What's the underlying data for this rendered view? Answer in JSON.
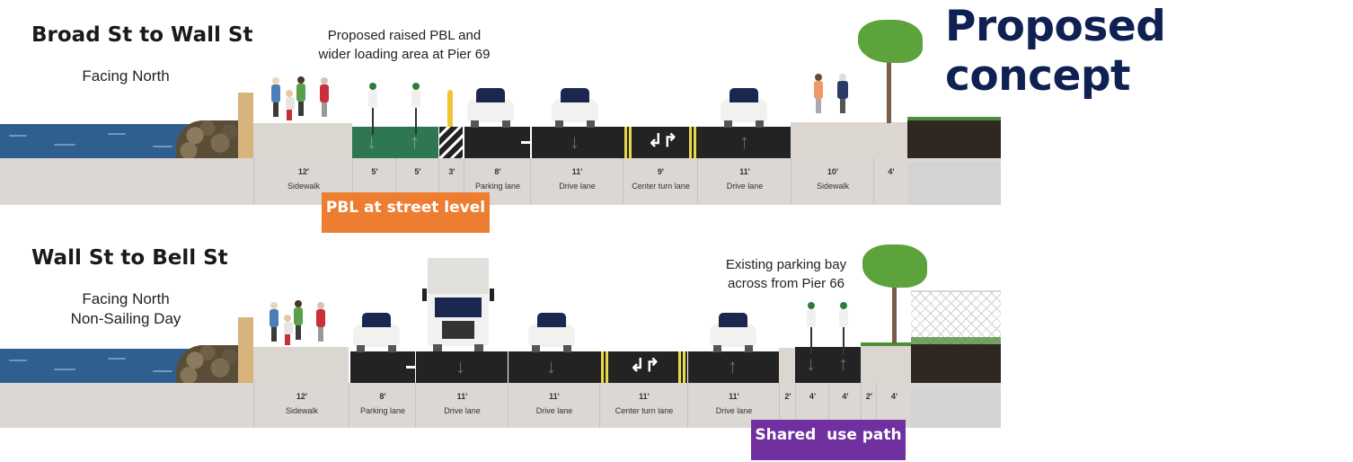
{
  "header": {
    "concept_title": "Proposed concept"
  },
  "sections": [
    {
      "title": "Broad St to Wall St",
      "subtitle_lines": [
        "Facing North"
      ],
      "note_lines": [
        "Proposed raised PBL and",
        "wider loading area at Pier 69"
      ],
      "callout": {
        "label": "PBL at street level",
        "color": "#ed7d31"
      },
      "segments": [
        {
          "width": "12'",
          "name": "Sidewalk"
        },
        {
          "width": "5'",
          "name": ""
        },
        {
          "width": "5'",
          "name": ""
        },
        {
          "width": "3'",
          "name": ""
        },
        {
          "width": "8'",
          "name": "Parking lane"
        },
        {
          "width": "11'",
          "name": "Drive lane"
        },
        {
          "width": "9'",
          "name": "Center turn lane"
        },
        {
          "width": "11'",
          "name": "Drive lane"
        },
        {
          "width": "10'",
          "name": "Sidewalk"
        },
        {
          "width": "4'",
          "name": ""
        }
      ]
    },
    {
      "title": "Wall St to Bell St",
      "subtitle_lines": [
        "Facing North",
        "Non-Sailing Day"
      ],
      "note_lines": [
        "Existing parking bay",
        "across from Pier 66"
      ],
      "callout": {
        "label": "Shared  use path",
        "color": "#7030a0"
      },
      "segments": [
        {
          "width": "12'",
          "name": "Sidewalk"
        },
        {
          "width": "8'",
          "name": "Parking lane"
        },
        {
          "width": "11'",
          "name": "Drive lane"
        },
        {
          "width": "11'",
          "name": "Drive lane"
        },
        {
          "width": "11'",
          "name": "Center turn lane"
        },
        {
          "width": "11'",
          "name": "Drive lane"
        },
        {
          "width": "2'",
          "name": ""
        },
        {
          "width": "4'",
          "name": ""
        },
        {
          "width": "4'",
          "name": ""
        },
        {
          "width": "2'",
          "name": ""
        },
        {
          "width": "4'",
          "name": ""
        }
      ]
    }
  ],
  "icons": {
    "arrow_down": "↓",
    "arrow_up": "↑",
    "turn_arrows": "↲↱"
  },
  "colors": {
    "concept_title": "#0e2152",
    "water": "#2f5f8f",
    "bike_lane": "#2f7752",
    "road": "#232323",
    "sidewalk": "#dcd6d0",
    "pbl_callout": "#ed7d31",
    "shared_path_callout": "#7030a0"
  }
}
